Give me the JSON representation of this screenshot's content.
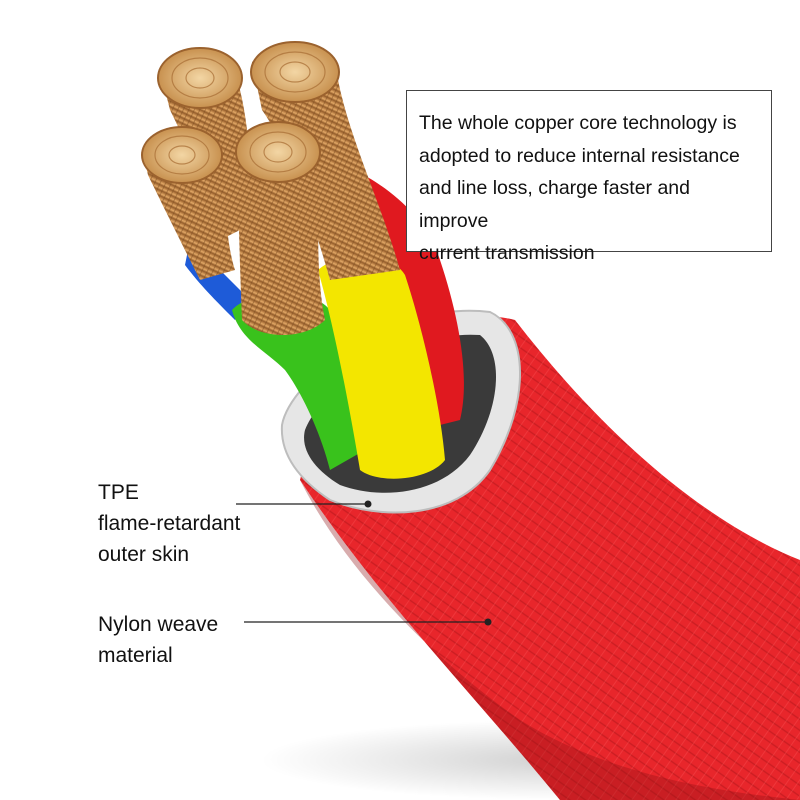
{
  "callout": {
    "text": "The whole copper core technology is\nadopted to reduce internal resistance\nand line loss, charge faster and improve\ncurrent transmission"
  },
  "labels": {
    "tpe": "TPE\nflame-retardant\nouter skin",
    "nylon": "Nylon weave\nmaterial"
  },
  "colors": {
    "jacket": "#e8262b",
    "jacket_dark": "#b3161b",
    "ring": "#e6e6e6",
    "wire_red": "#e0191f",
    "wire_yellow": "#f3e600",
    "wire_green": "#39c21c",
    "wire_blue": "#1e5bd8",
    "copper": "#c98a4a",
    "copper_light": "#f0c98e"
  }
}
